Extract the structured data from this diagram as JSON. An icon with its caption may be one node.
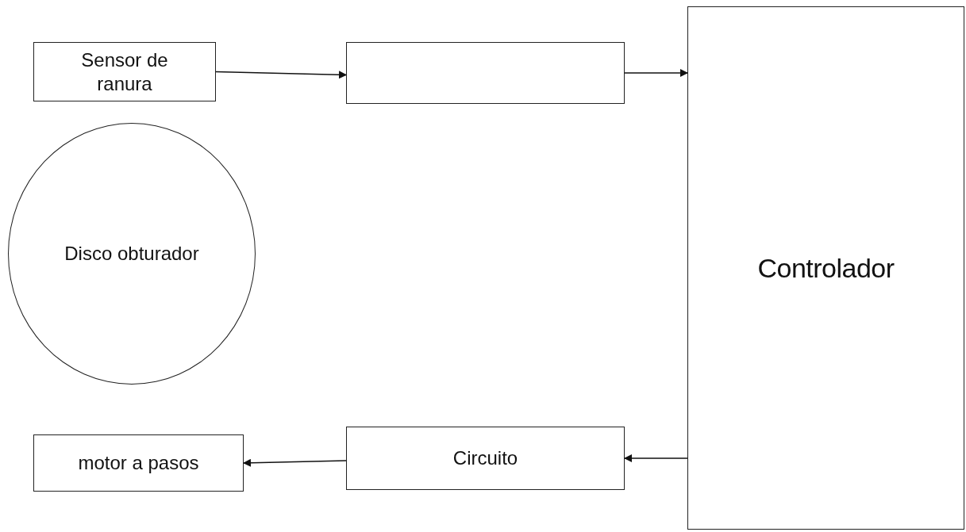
{
  "diagram": {
    "nodes": [
      {
        "text": [
          "Sensor de ranura"
        ]
      },
      {
        "text": [],
        "shape": "box"
      },
      {
        "text": [
          "Controlador"
        ]
      },
      {
        "text": [
          "Disco obturador"
        ]
      },
      {
        "text": [
          "motor a pasos"
        ]
      },
      {
        "text": [
          "Circuito"
        ]
      }
    ],
    "edges": [
      {
        "from": 0,
        "to": 1,
        "arrow": "to"
      },
      {
        "from": 1,
        "to": 2,
        "arrow": "to"
      },
      {
        "from": 2,
        "to": 5,
        "arrow": "to"
      },
      {
        "from": 5,
        "to": 4,
        "arrow": "to"
      }
    ]
  }
}
